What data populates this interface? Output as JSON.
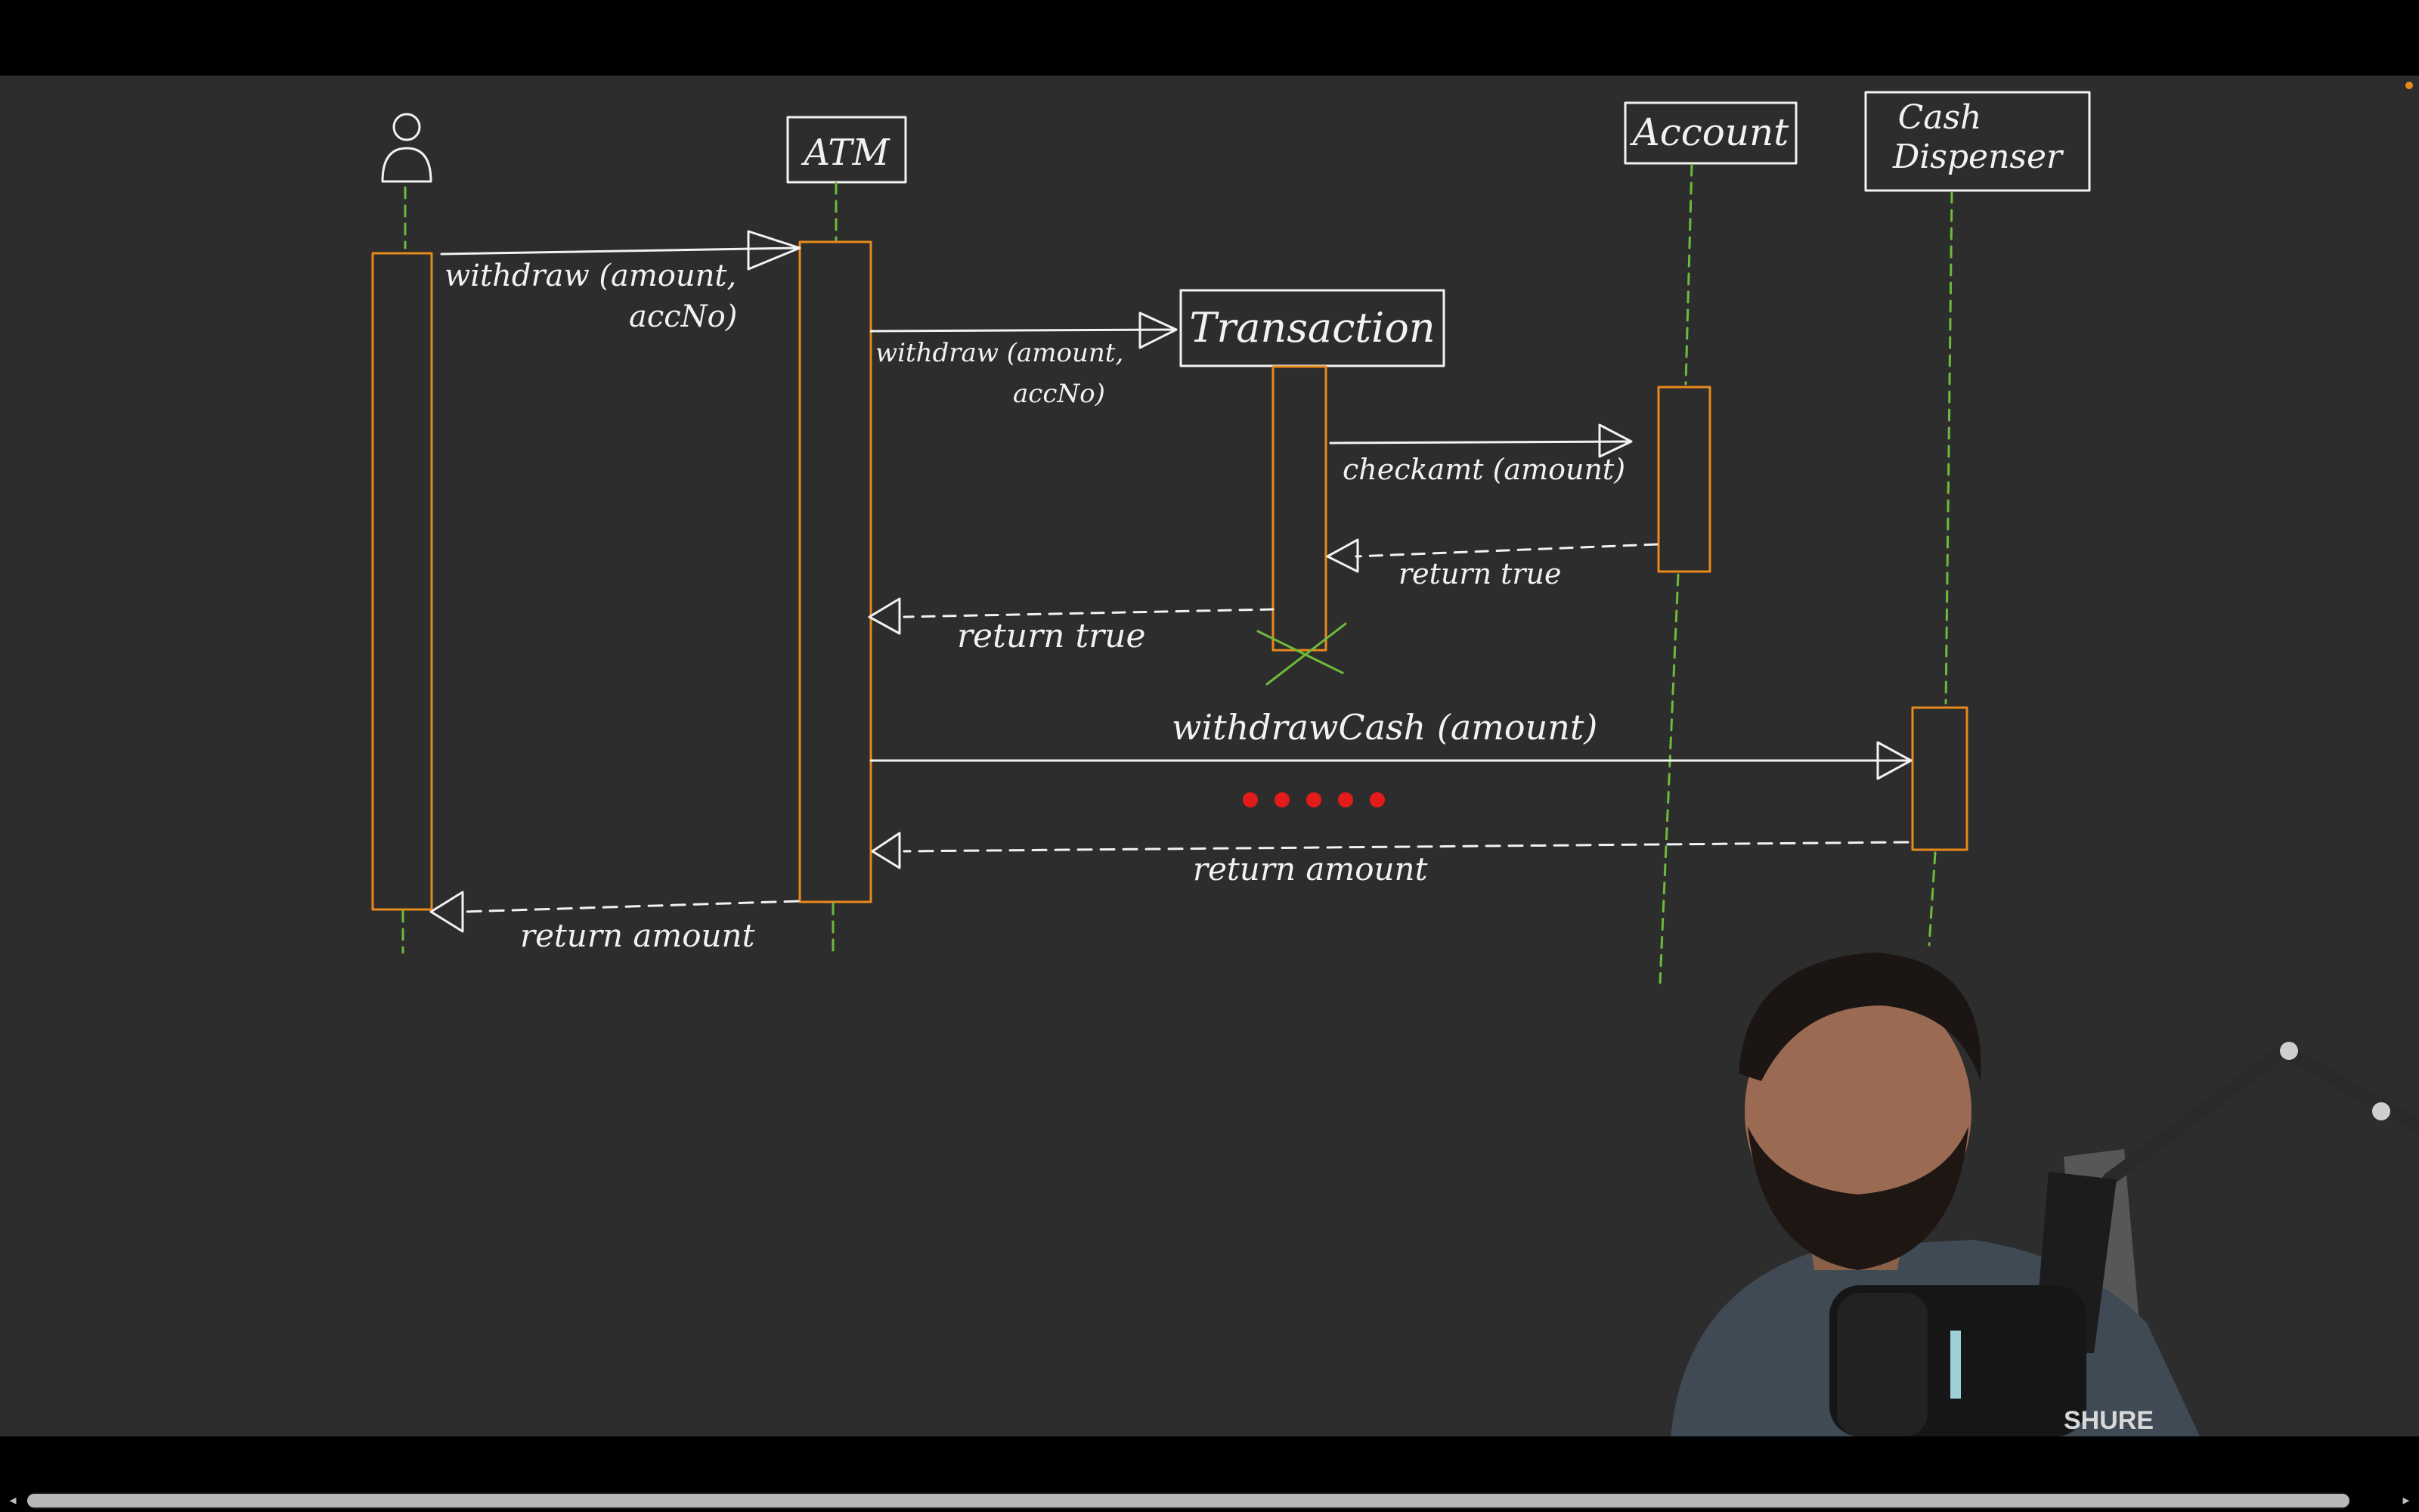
{
  "diagram": {
    "lifelines": [
      {
        "name": "actor",
        "label": ""
      },
      {
        "name": "atm",
        "label": "ATM"
      },
      {
        "name": "transaction",
        "label": "Transaction"
      },
      {
        "name": "account",
        "label": "Account"
      },
      {
        "name": "cash-dispenser",
        "label_line1": "Cash",
        "label_line2": "Dispenser"
      }
    ],
    "messages": {
      "m1_line1": "withdraw (amount,",
      "m1_line2": "accNo)",
      "m2_line1": "withdraw (amount,",
      "m2_line2": "accNo)",
      "m3": "checkamt (amount)",
      "m4": "return true",
      "m5": "return true",
      "m6": "withdrawCash (amount)",
      "m7": "return amount",
      "m8": "return amount"
    },
    "colors": {
      "background": "#2d2d2d",
      "activation": "#e8891c",
      "lifeline": "#6dbb3a",
      "ink": "#f2f2f2",
      "pointer": "#e31b1b",
      "destroy": "#6dbb3a"
    }
  },
  "presenter": {
    "mic_brand": "SHURE"
  },
  "icons": [
    "actor-icon",
    "scroll-left-arrow-icon",
    "scroll-right-arrow-icon"
  ]
}
